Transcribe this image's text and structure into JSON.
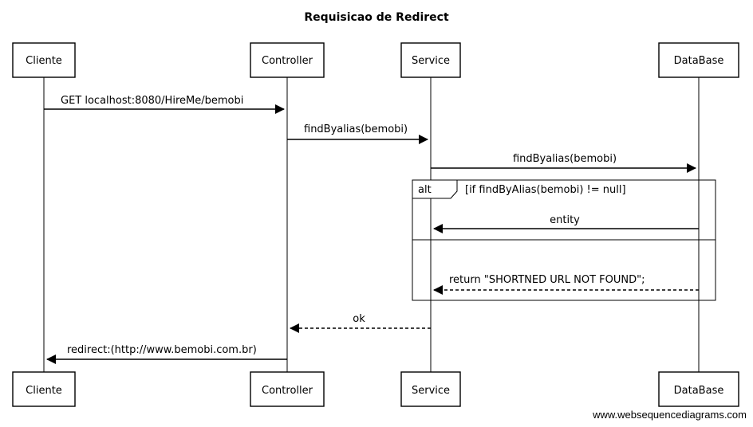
{
  "title": "Requisicao de Redirect",
  "participants": [
    {
      "id": "cliente",
      "label": "Cliente"
    },
    {
      "id": "controller",
      "label": "Controller"
    },
    {
      "id": "service",
      "label": "Service"
    },
    {
      "id": "database",
      "label": "DataBase"
    }
  ],
  "messages": [
    {
      "from": "cliente",
      "to": "controller",
      "label": "GET localhost:8080/HireMe/bemobi",
      "style": "solid"
    },
    {
      "from": "controller",
      "to": "service",
      "label": "findByalias(bemobi)",
      "style": "solid"
    },
    {
      "from": "service",
      "to": "database",
      "label": "findByalias(bemobi)",
      "style": "solid"
    },
    {
      "from": "database",
      "to": "service",
      "label": "entity",
      "style": "solid"
    },
    {
      "from": "database",
      "to": "service",
      "label": "return \"SHORTNED URL NOT FOUND\";",
      "style": "dashed"
    },
    {
      "from": "service",
      "to": "controller",
      "label": "ok",
      "style": "dashed"
    },
    {
      "from": "controller",
      "to": "cliente",
      "label": "redirect:(http://www.bemobi.com.br)",
      "style": "solid"
    }
  ],
  "alt_frame": {
    "keyword": "alt",
    "condition": "[if findByAlias(bemobi) != null]"
  },
  "watermark": "www.websequencediagrams.com"
}
